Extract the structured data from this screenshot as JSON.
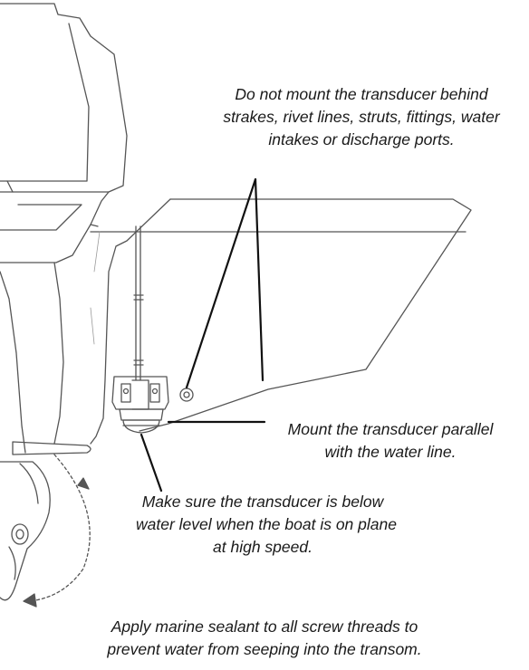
{
  "callouts": {
    "avoid_obstructions": [
      "Do not mount the transducer behind",
      "strakes, rivet lines, struts, fittings, water",
      "intakes or discharge ports."
    ],
    "parallel": [
      "Mount the transducer parallel",
      "with the water line."
    ],
    "below_water": [
      "Make sure the transducer is below",
      "water level when the boat is on plane",
      "at high speed."
    ],
    "sealant": [
      "Apply marine sealant to all screw threads to",
      "prevent water from seeping into the transom."
    ]
  }
}
